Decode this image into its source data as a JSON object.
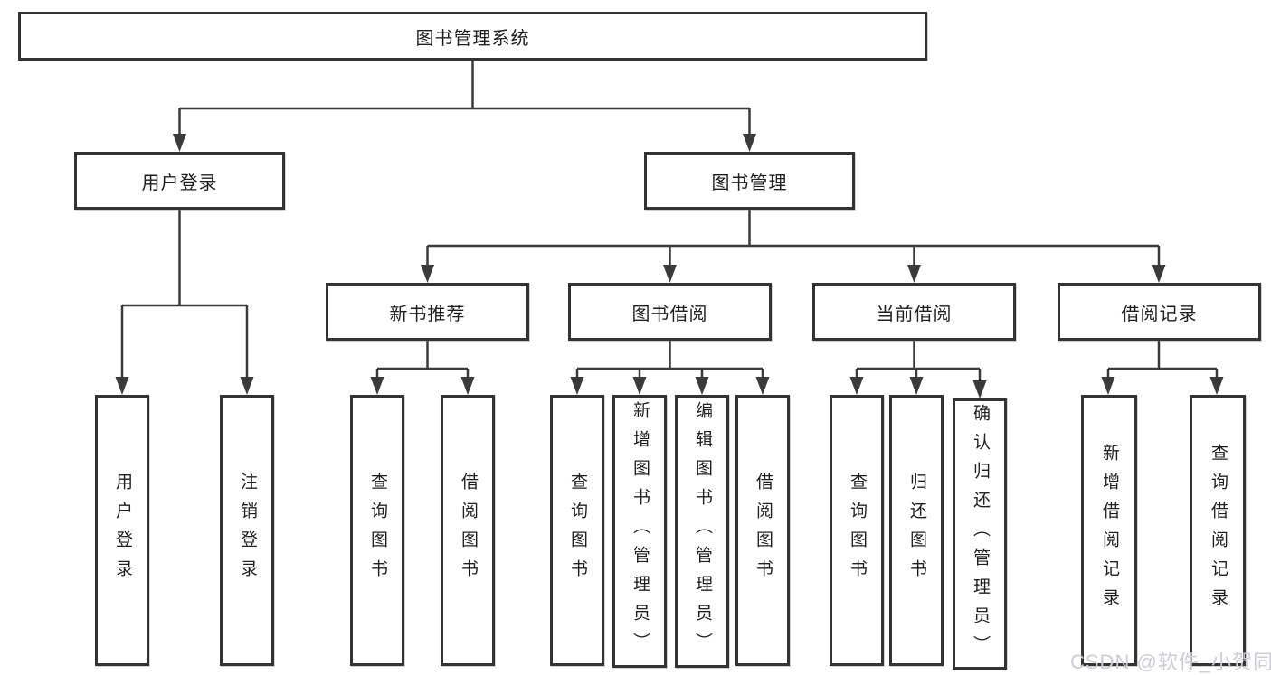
{
  "diagram_title": "图书管理系统",
  "tree": {
    "root": {
      "label": "图书管理系统"
    },
    "user_login": {
      "label": "用户登录",
      "children": [
        {
          "label": "用户登录"
        },
        {
          "label": "注销登录"
        }
      ]
    },
    "book_management": {
      "label": "图书管理",
      "groups": [
        {
          "label": "新书推荐",
          "children": [
            {
              "label": "查询图书"
            },
            {
              "label": "借阅图书"
            }
          ]
        },
        {
          "label": "图书借阅",
          "children": [
            {
              "label": "查询图书"
            },
            {
              "label": "新增图书（管理员）"
            },
            {
              "label": "编辑图书（管理员）"
            },
            {
              "label": "借阅图书"
            }
          ]
        },
        {
          "label": "当前借阅",
          "children": [
            {
              "label": "查询图书"
            },
            {
              "label": "归还图书"
            },
            {
              "label": "确认归还（管理员）"
            }
          ]
        },
        {
          "label": "借阅记录",
          "children": [
            {
              "label": "新增借阅记录"
            },
            {
              "label": "查询借阅记录"
            }
          ]
        }
      ]
    }
  },
  "watermark": {
    "text": "CSDN @软件_小贺同学",
    "color": "#cdccd6"
  },
  "colors": {
    "line": "#3a3a3a",
    "box_border": "#333333",
    "text": "#1f1f1f",
    "background": "#ffffff"
  }
}
